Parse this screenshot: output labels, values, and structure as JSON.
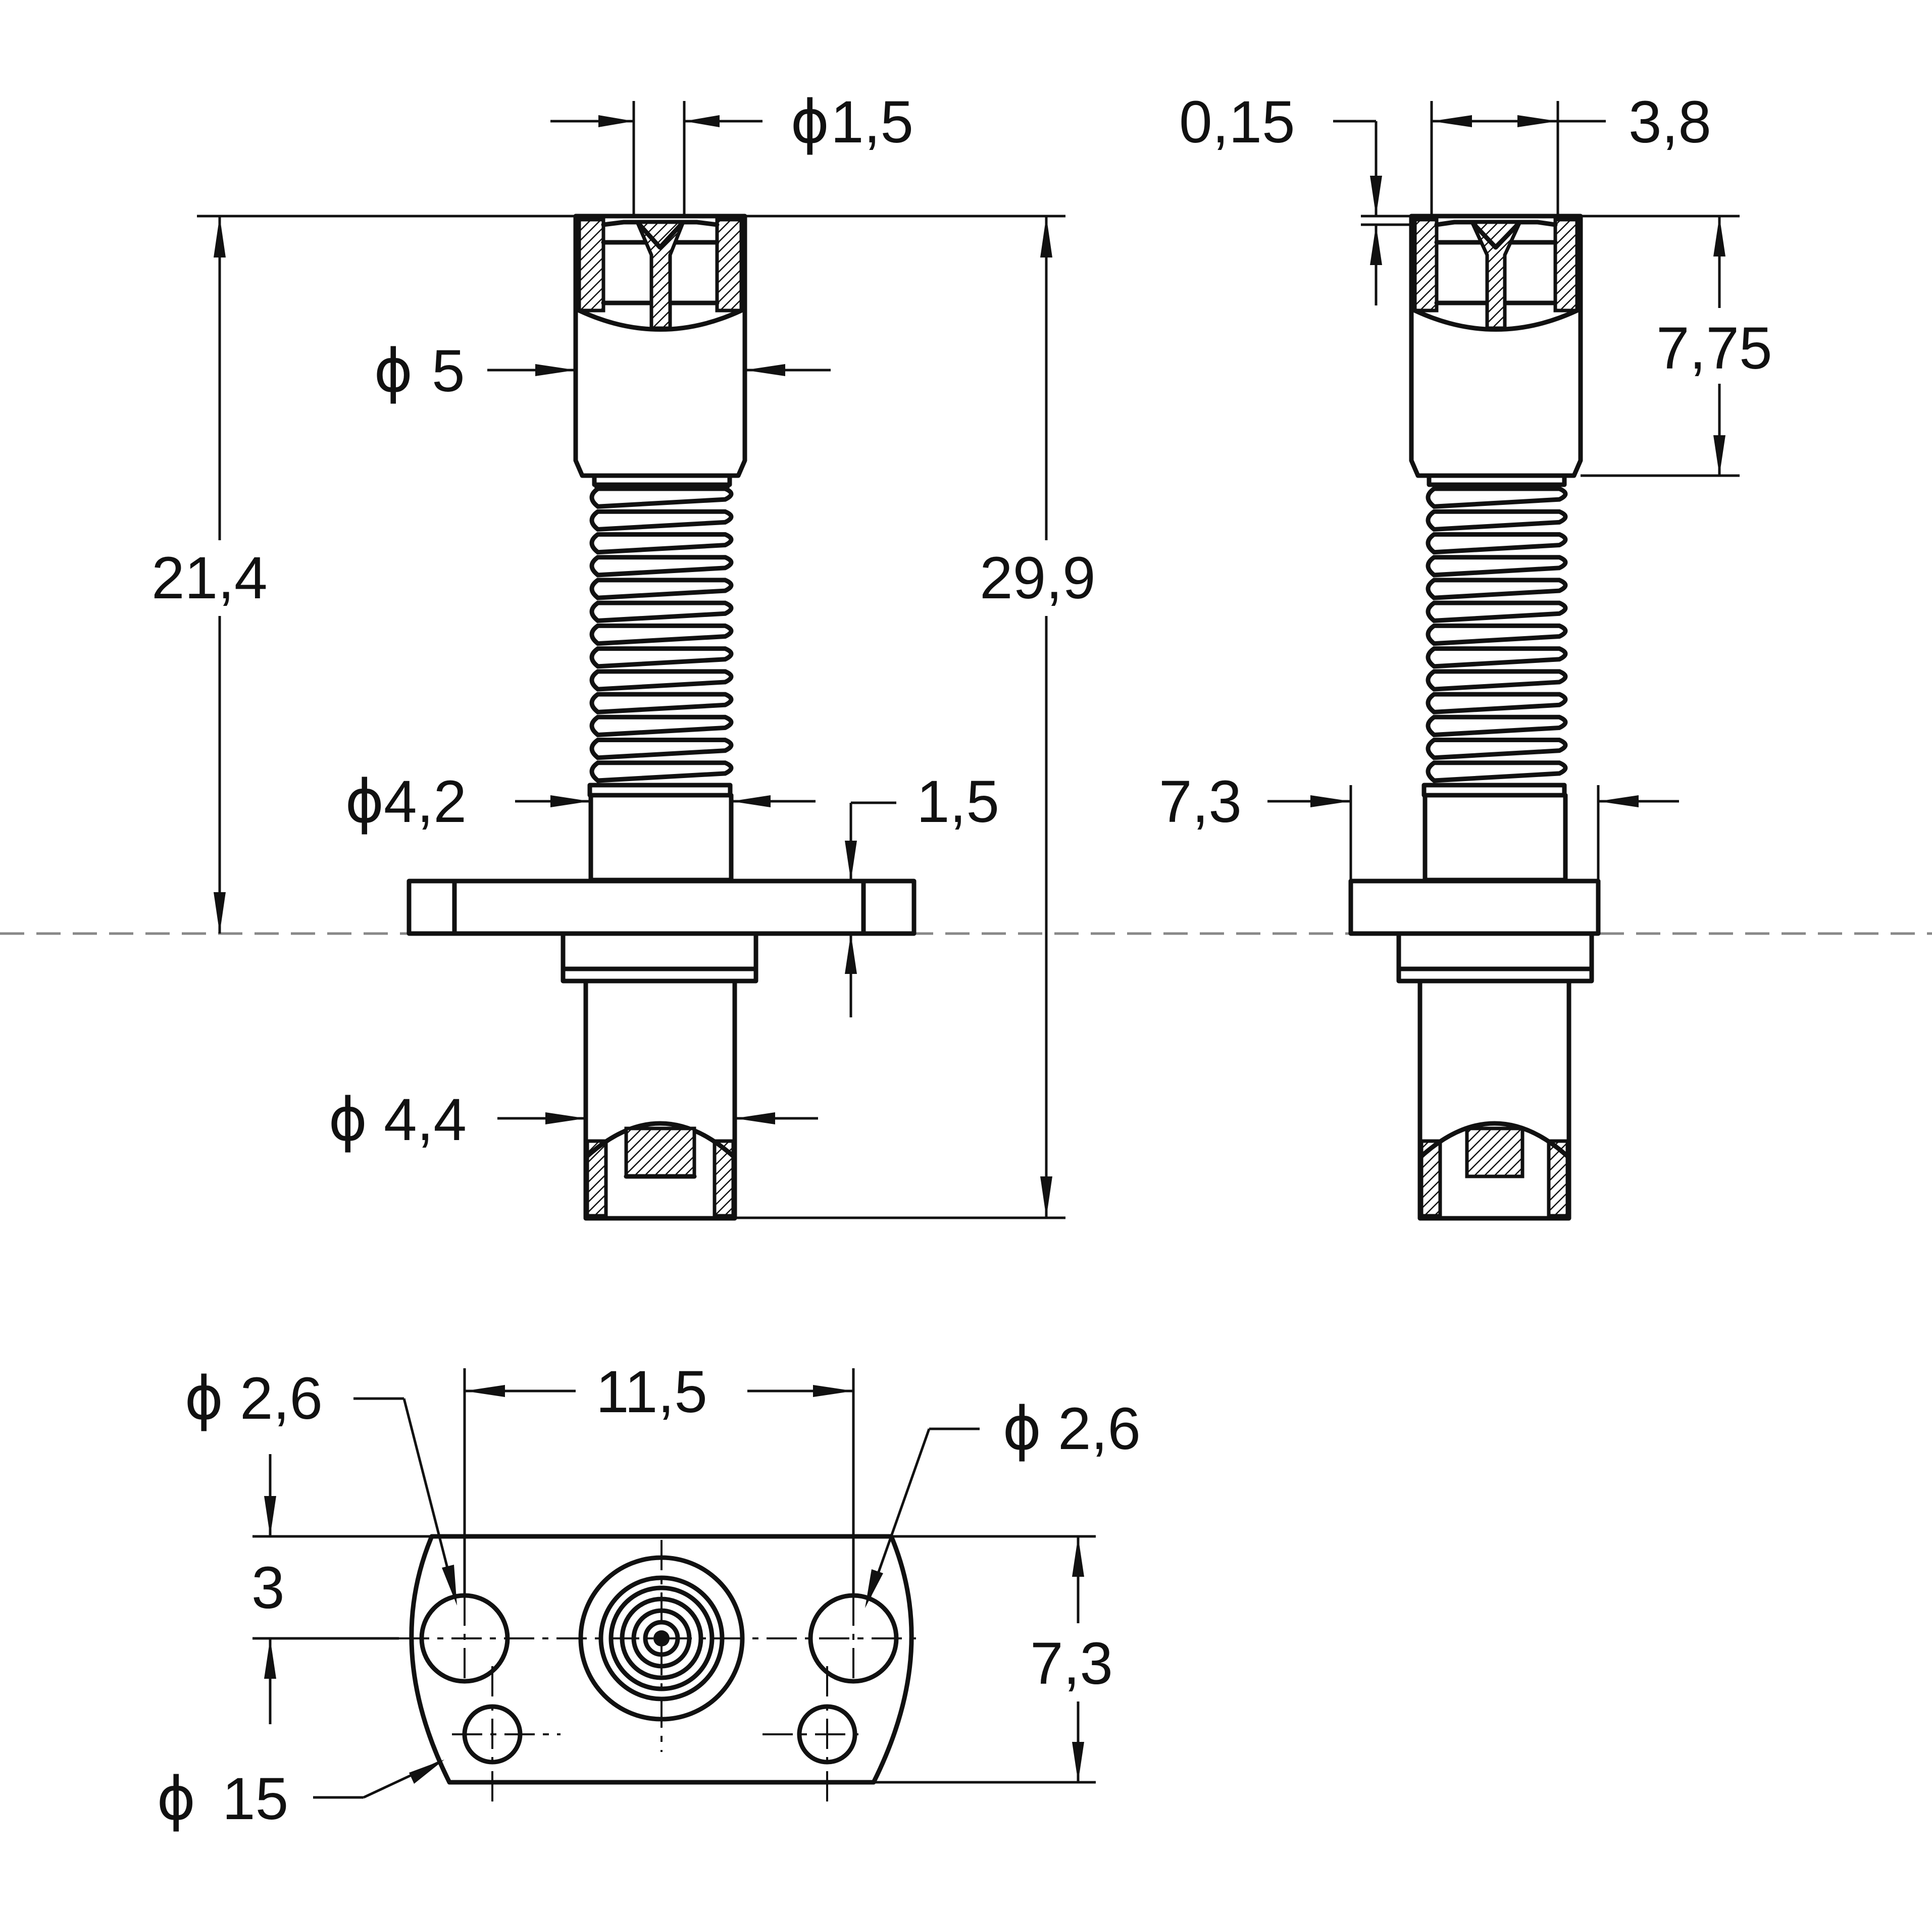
{
  "dimensions": {
    "tip_diameter": {
      "symbol": "ϕ",
      "value": "1,5"
    },
    "head_diameter": {
      "symbol": "ϕ",
      "value": "5"
    },
    "height_to_flange": "21,4",
    "total_length": "29,9",
    "neck_diameter": {
      "symbol": "ϕ",
      "value": "4,2"
    },
    "flange_thickness": "1,5",
    "barrel_diameter": {
      "symbol": "ϕ",
      "value": "4,4"
    },
    "side_offset": "0,15",
    "side_head_width": "3,8",
    "head_length": "7,75",
    "flange_width": "7,3",
    "hole_left_diameter": {
      "symbol": "ϕ",
      "value": "2,6"
    },
    "hole_spacing": "11,5",
    "hole_right_diameter": {
      "symbol": "ϕ",
      "value": "2,6"
    },
    "hole_offset": "3",
    "plate_height": "7,3",
    "plate_arc_diameter": {
      "symbol": "ϕ",
      "value": "15"
    }
  }
}
